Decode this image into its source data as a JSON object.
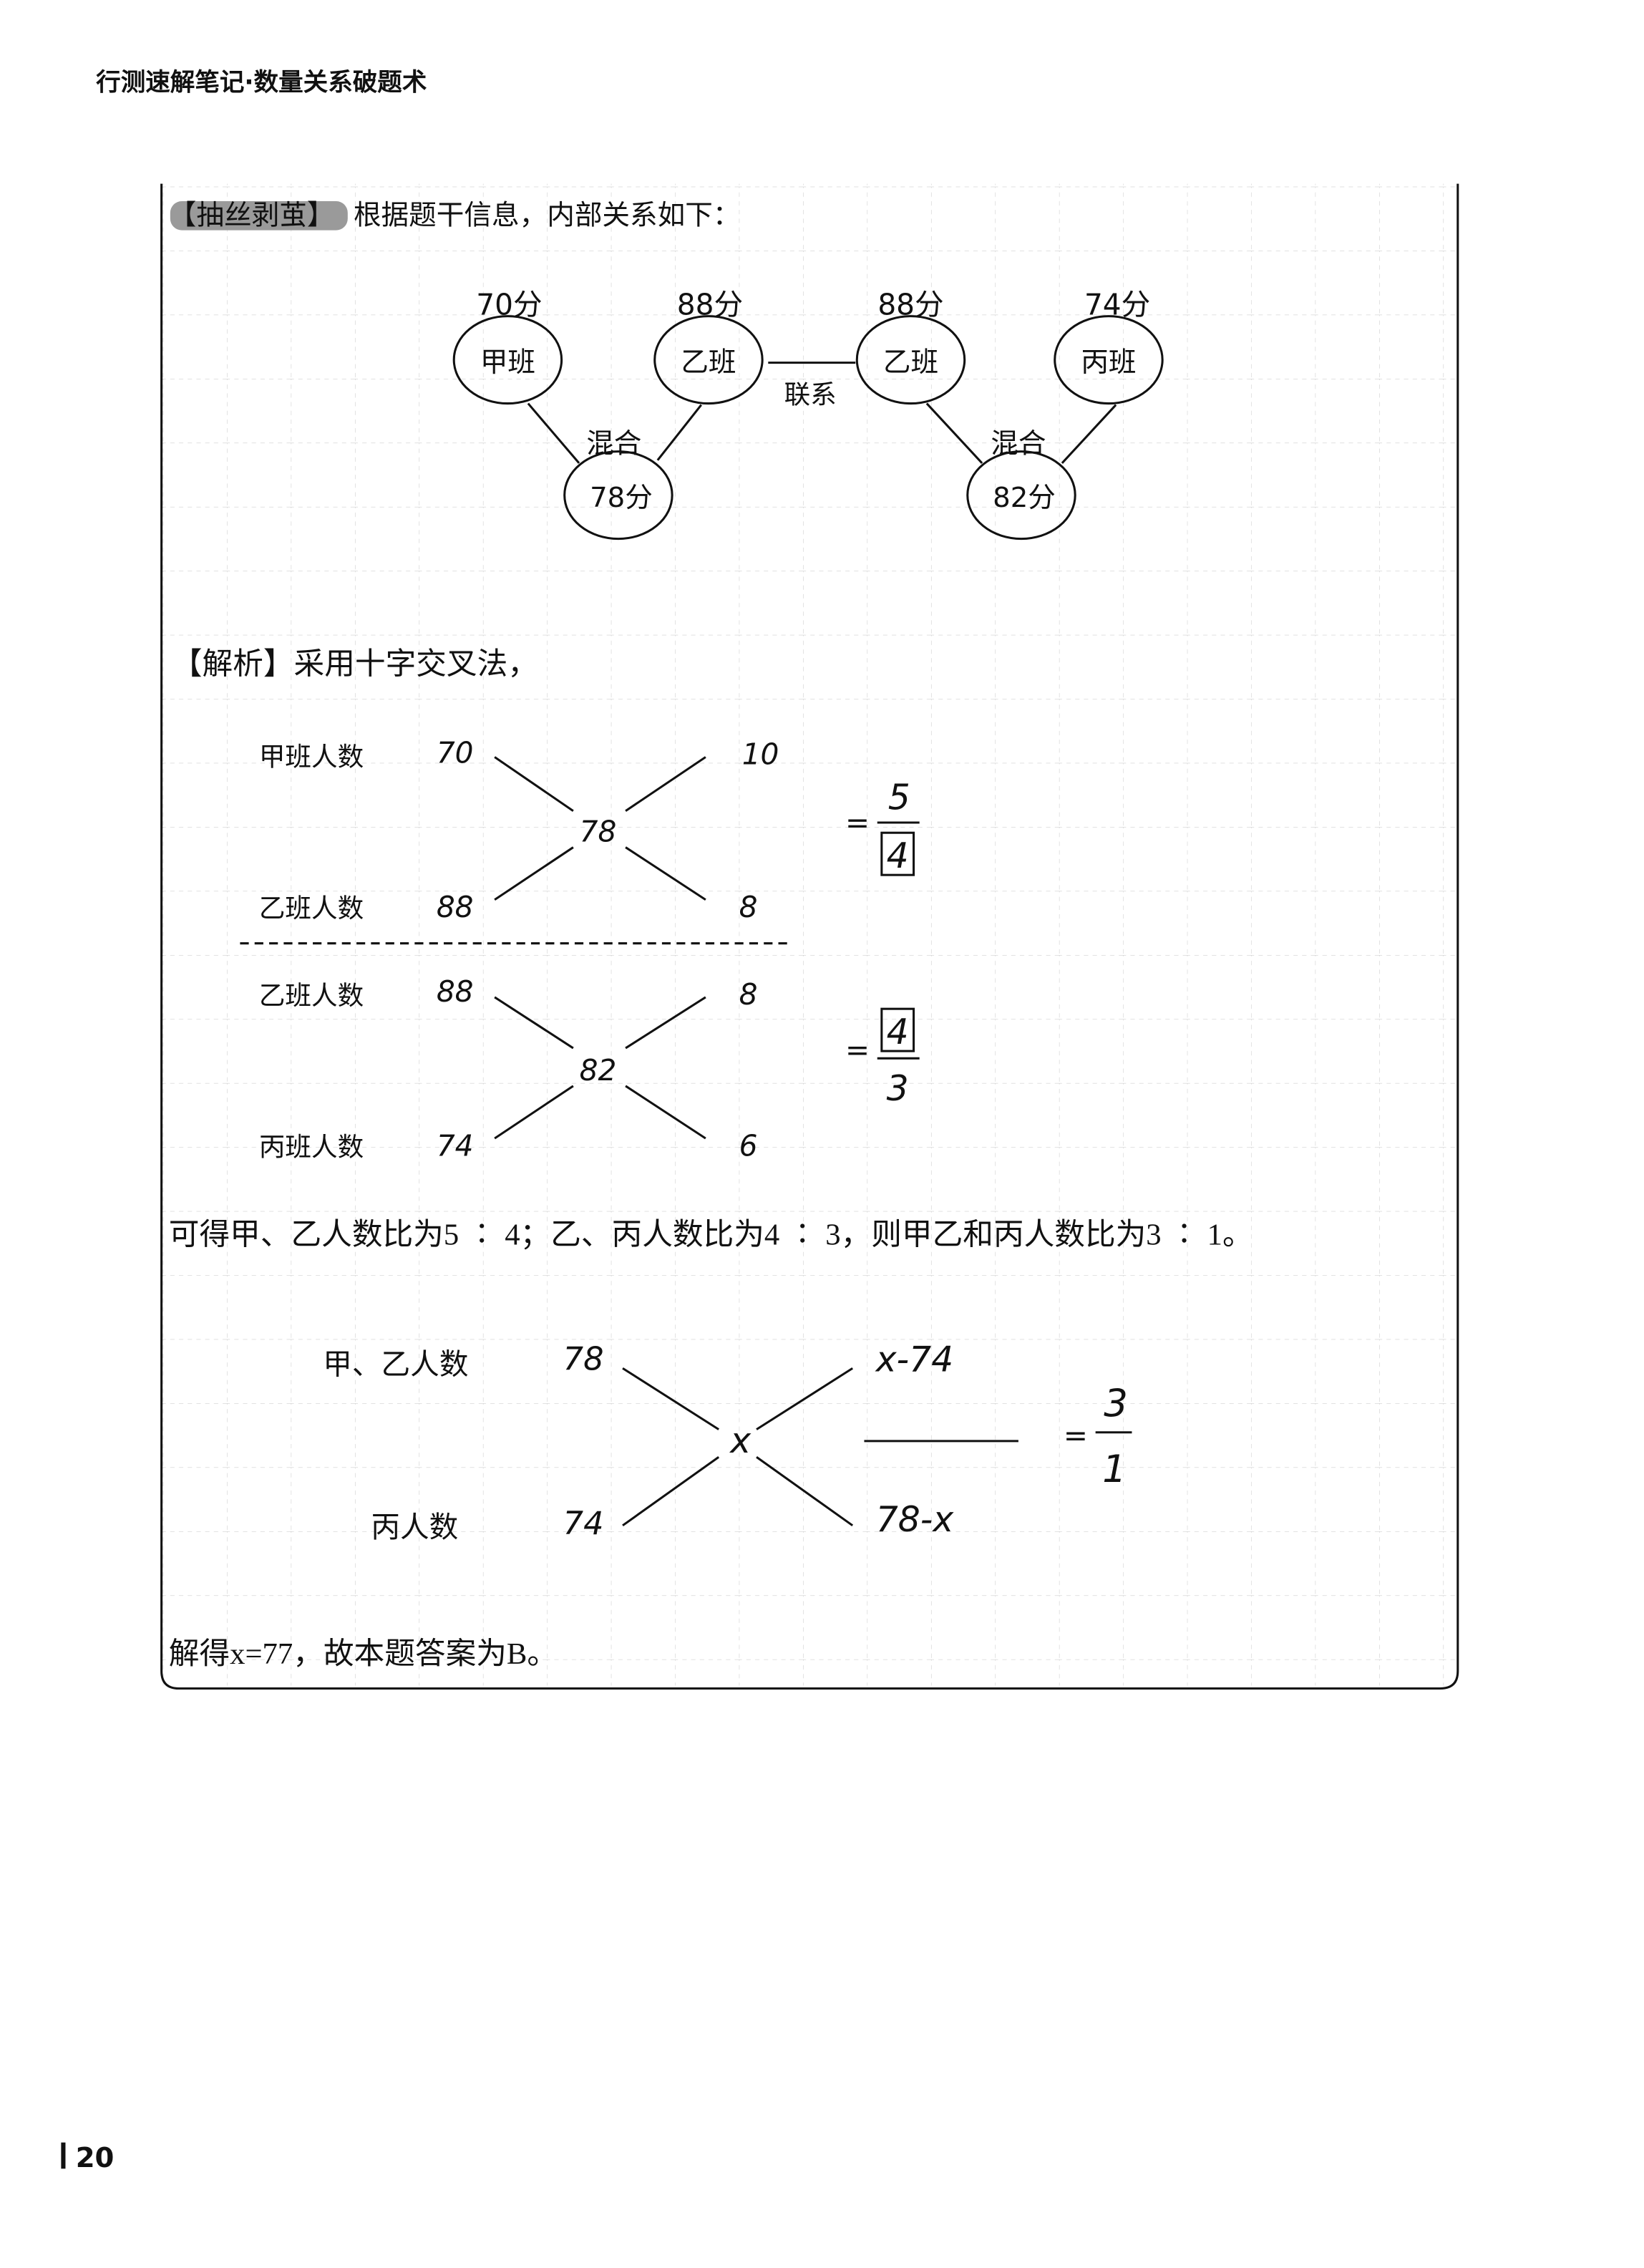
{
  "header": {
    "title": "行测速解笔记·数量关系破题术"
  },
  "intro": {
    "badge": "【抽丝剥茧】",
    "text": "根据题干信息，内部关系如下："
  },
  "relation_diagram": {
    "nodes": [
      {
        "label": "甲班",
        "score": "70分"
      },
      {
        "label": "乙班",
        "score": "88分"
      },
      {
        "label": "乙班",
        "score": "88分"
      },
      {
        "label": "丙班",
        "score": "74分"
      }
    ],
    "mix_nodes": [
      "78分",
      "82分"
    ],
    "mix_label": "混合",
    "link_label": "联系"
  },
  "analysis": {
    "heading": "【解析】采用十字交叉法，"
  },
  "cross1": {
    "top_label": "甲班人数",
    "top_value": "70",
    "bottom_label": "乙班人数",
    "bottom_value": "88",
    "center": "78",
    "top_diff": "10",
    "bottom_diff": "8",
    "eq": "=",
    "numerator": "5",
    "denominator": "4"
  },
  "cross2": {
    "top_label": "乙班人数",
    "top_value": "88",
    "bottom_label": "丙班人数",
    "bottom_value": "74",
    "center": "82",
    "top_diff": "8",
    "bottom_diff": "6",
    "eq": "=",
    "numerator": "4",
    "denominator": "3"
  },
  "conclusion": "可得甲、乙人数比为5 ∶ 4；乙、丙人数比为4 ∶ 3，则甲乙和丙人数比为3 ∶ 1。",
  "cross3": {
    "top_label": "甲、乙人数",
    "top_value": "78",
    "bottom_label": "丙人数",
    "bottom_value": "74",
    "center": "x",
    "top_diff": "x-74",
    "bottom_diff": "78-x",
    "eq": "=",
    "numerator": "3",
    "denominator": "1"
  },
  "answer": "解得x=77，故本题答案为B。",
  "page_number": "20"
}
